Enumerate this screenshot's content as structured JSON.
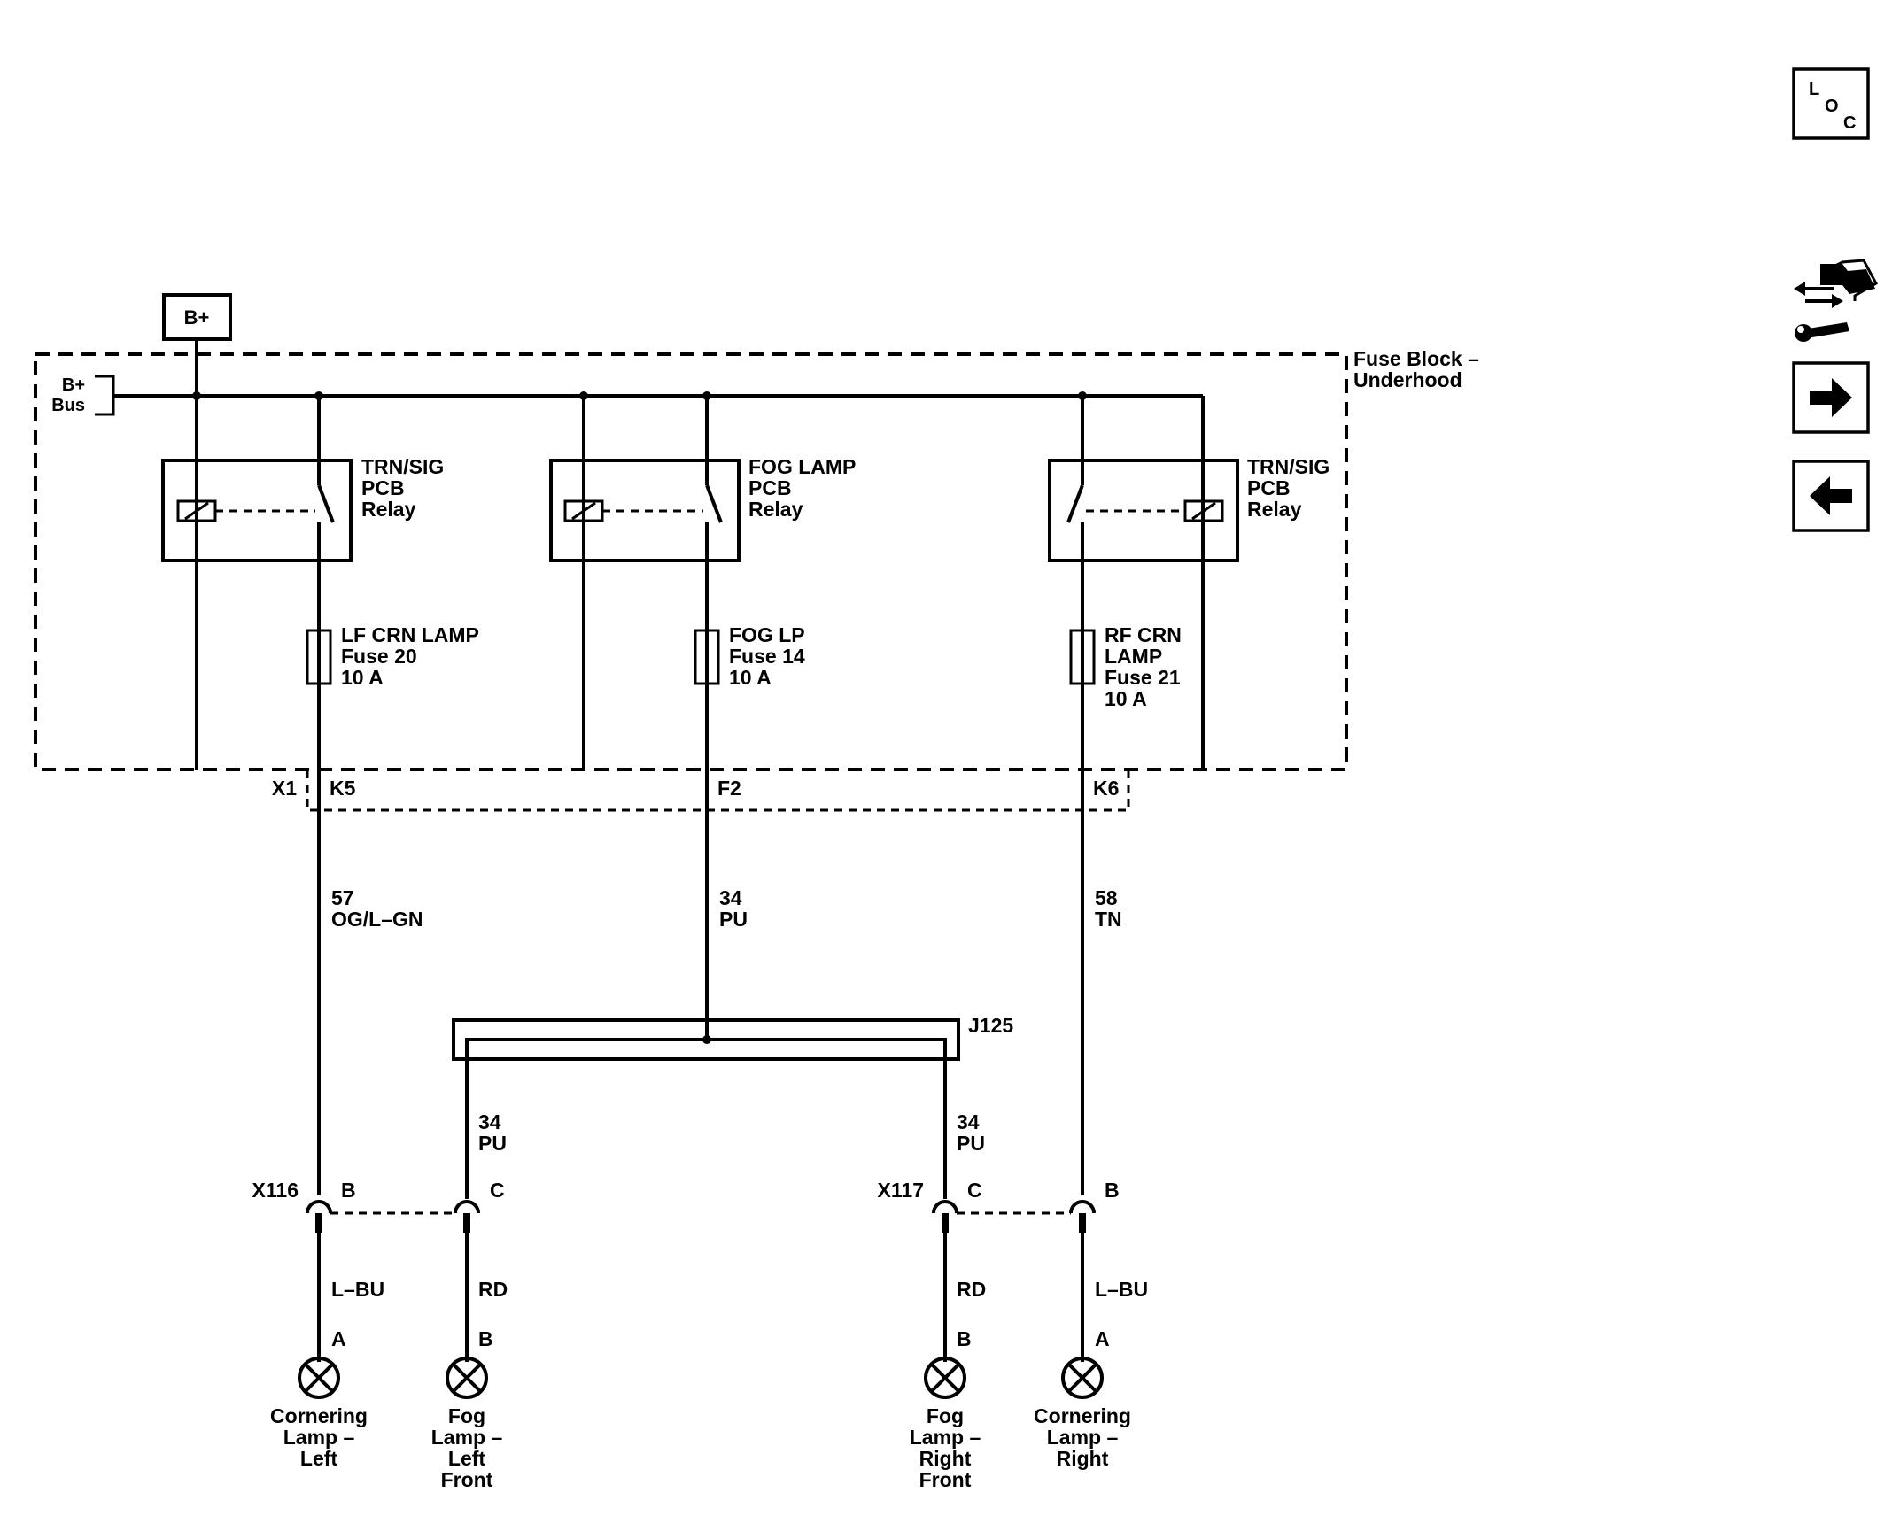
{
  "power": {
    "label": "B+",
    "bus_label": [
      "B+",
      "Bus"
    ]
  },
  "fuse_block": {
    "label": [
      "Fuse Block –",
      "Underhood"
    ]
  },
  "relays": [
    {
      "name": [
        "TRN/SIG",
        "PCB",
        "Relay"
      ]
    },
    {
      "name": [
        "FOG LAMP",
        "PCB",
        "Relay"
      ]
    },
    {
      "name": [
        "TRN/SIG",
        "PCB",
        "Relay"
      ]
    }
  ],
  "fuses": [
    {
      "label": [
        "LF CRN LAMP",
        "Fuse 20",
        "10 A"
      ]
    },
    {
      "label": [
        "FOG LP",
        "Fuse 14",
        "10 A"
      ]
    },
    {
      "label": [
        "RF CRN",
        "LAMP",
        "Fuse 21",
        "10 A"
      ]
    }
  ],
  "connector_x1": {
    "name": "X1",
    "pins": [
      "K5",
      "F2",
      "K6"
    ]
  },
  "circuits": [
    {
      "number": "57",
      "color": "OG/L–GN"
    },
    {
      "number": "34",
      "color": "PU"
    },
    {
      "number": "58",
      "color": "TN"
    }
  ],
  "splice": {
    "name": "J125"
  },
  "splice_outputs": [
    {
      "number": "34",
      "color": "PU"
    },
    {
      "number": "34",
      "color": "PU"
    }
  ],
  "connectors_lamp": [
    {
      "name": "X116",
      "pins": [
        "B",
        "C"
      ]
    },
    {
      "name": "X117",
      "pins": [
        "C",
        "B"
      ]
    }
  ],
  "lamp_wires": [
    "L–BU",
    "RD",
    "RD",
    "L–BU"
  ],
  "lamp_pins": [
    "A",
    "B",
    "B",
    "A"
  ],
  "lamps": [
    {
      "name": [
        "Cornering",
        "Lamp –",
        "Left"
      ]
    },
    {
      "name": [
        "Fog",
        "Lamp –",
        "Left",
        "Front"
      ]
    },
    {
      "name": [
        "Fog",
        "Lamp –",
        "Right",
        "Front"
      ]
    },
    {
      "name": [
        "Cornering",
        "Lamp –",
        "Right"
      ]
    }
  ],
  "nav_icons": {
    "loc": [
      "L",
      "O",
      "C"
    ],
    "items": [
      "loc-icon",
      "wrench-connector-icon",
      "arrow-right-icon",
      "arrow-left-icon"
    ]
  }
}
